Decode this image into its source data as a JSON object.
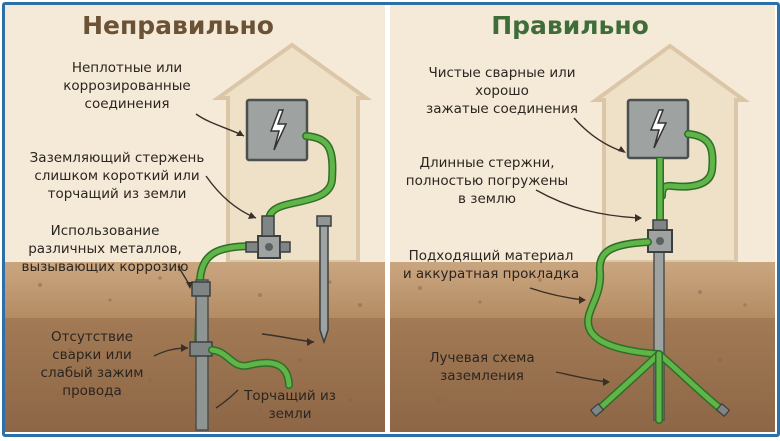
{
  "left_panel": {
    "title": "Неправильно",
    "labels": {
      "connections": [
        "Неплотные или",
        "коррозированные",
        "соединения"
      ],
      "short_rod": [
        "Заземляющий стержень",
        "слишком короткий или",
        "торчащий из земли"
      ],
      "metals": [
        "Использование",
        "различных металлов,",
        "вызывающих коррозию"
      ],
      "weld": [
        "Отсутствие",
        "сварки или",
        "слабый зажим",
        "провода"
      ],
      "sticking": [
        "Торчащий из",
        "земли"
      ]
    }
  },
  "right_panel": {
    "title": "Правильно",
    "labels": {
      "clean": [
        "Чистые сварные или",
        "хорошо",
        "зажатые соединения"
      ],
      "long_rods": [
        "Длинные стержни,",
        "полностью погружены",
        "в землю"
      ],
      "material": [
        "Подходящий материал",
        "и аккуратная прокладка"
      ],
      "radial": [
        "Лучевая схема",
        "заземления"
      ]
    }
  },
  "colors": {
    "sky": "#f5ead8",
    "house": "#efe0c8",
    "soil_top": "#c9a57c",
    "soil_deep": "#9b7352",
    "wire": "#5fb548",
    "wire_dark": "#2f6e28",
    "title_bad": "#6b5236",
    "title_good": "#3f6d3a",
    "border": "#2d6fa8"
  },
  "icons": [
    "lightning-bolt-icon"
  ]
}
